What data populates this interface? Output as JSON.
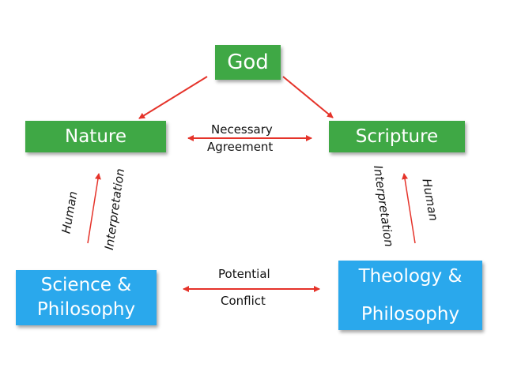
{
  "nodes": {
    "god": "God",
    "nature": "Nature",
    "scripture": "Scripture",
    "science_line1": "Science &",
    "science_line2": "Philosophy",
    "theology_line1": "Theology &",
    "theology_line2": "Philosophy"
  },
  "labels": {
    "necessary_line1": "Necessary",
    "necessary_line2": "Agreement",
    "potential_line1": "Potential",
    "potential_line2": "Conflict",
    "left_human": "Human",
    "left_interpretation": "Interpretation",
    "right_human": "Human",
    "right_interpretation": "Interpretation"
  },
  "colors": {
    "green": "#3fa845",
    "blue": "#2aa8ec",
    "arrow": "#e5332a"
  }
}
